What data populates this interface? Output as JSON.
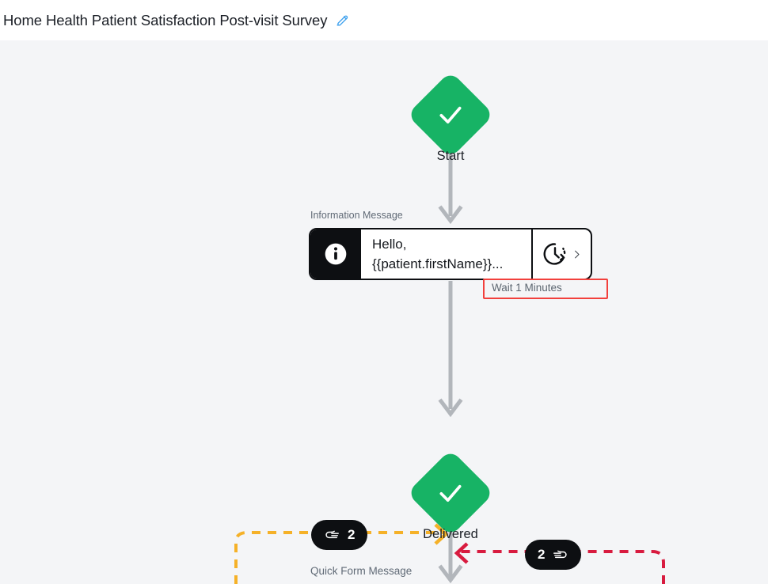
{
  "header": {
    "title": "Home Health Patient Satisfaction Post-visit Survey",
    "edit_icon": "pencil-edit-icon",
    "edit_icon_color": "#3ca0ee"
  },
  "canvas": {
    "background_color": "#f4f5f7",
    "connector_color": "#b2b6bb"
  },
  "flow": {
    "nodes": [
      {
        "id": "start",
        "type": "terminator",
        "label": "Start",
        "icon": "check-icon",
        "color": "#17b365"
      },
      {
        "id": "information-message",
        "type": "message-card",
        "step_label": "Information Message",
        "icon": "info-icon",
        "message_line_1": "Hello,",
        "message_line_2": "{{patient.firstName}}...",
        "action_icon": "timer-clock-icon",
        "chevron_icon": "chevron-right-icon",
        "wait_chip": "Wait 1 Minutes",
        "wait_chip_border_color": "#f2403c"
      },
      {
        "id": "delivered",
        "type": "terminator",
        "label": "Delivered",
        "icon": "check-icon",
        "color": "#17b365"
      },
      {
        "id": "quick-form-message",
        "type": "message-card",
        "step_label": "Quick Form Message"
      }
    ],
    "branches": [
      {
        "id": "branch-left",
        "count": "2",
        "icon": "hand-pointing-right-icon",
        "edge_color": "#f5b128",
        "edge_style": "dashed"
      },
      {
        "id": "branch-right",
        "count": "2",
        "icon": "hand-pointing-left-icon",
        "edge_color": "#d81b3f",
        "edge_style": "dashed"
      }
    ]
  }
}
